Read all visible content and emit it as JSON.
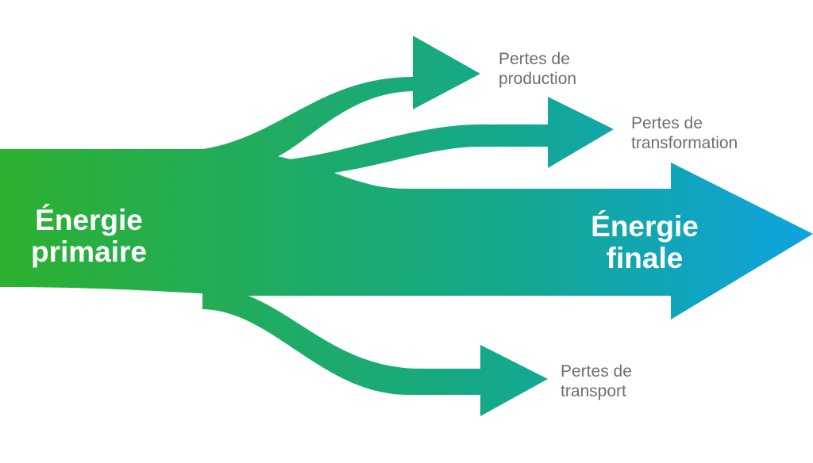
{
  "diagram": {
    "source": {
      "line1": "Énergie",
      "line2": "primaire"
    },
    "output": {
      "line1": "Énergie",
      "line2": "finale"
    },
    "losses": [
      {
        "line1": "Pertes de",
        "line2": "production"
      },
      {
        "line1": "Pertes de",
        "line2": "transformation"
      },
      {
        "line1": "Pertes de",
        "line2": "transport"
      }
    ],
    "colors": {
      "start": "#2db02f",
      "mid": "#14a88c",
      "end": "#0ea3e0"
    }
  }
}
